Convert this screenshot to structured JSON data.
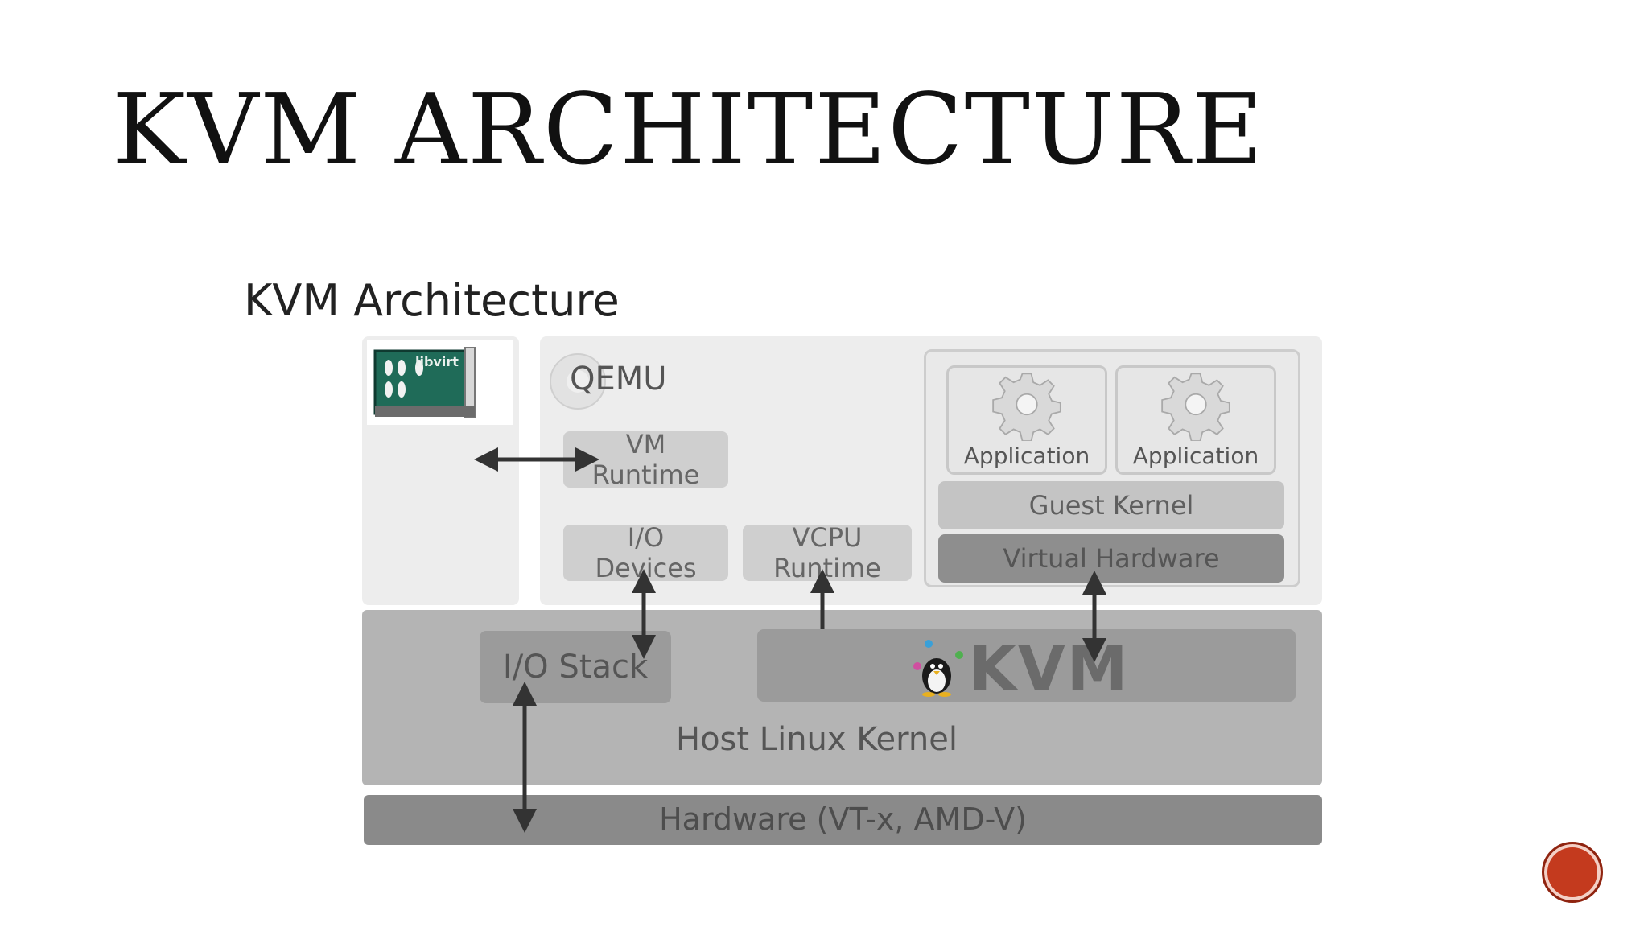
{
  "slide": {
    "title": "KVM ARCHITECTURE"
  },
  "diagram": {
    "heading": "KVM Architecture",
    "libvirt_logo_text": "libvirt",
    "qemu": {
      "label": "QEMU",
      "vm_runtime": "VM Runtime",
      "io_devices": "I/O Devices",
      "vcpu_runtime": "VCPU Runtime"
    },
    "guest": {
      "application_1": "Application",
      "application_2": "Application",
      "guest_kernel": "Guest Kernel",
      "virtual_hardware": "Virtual Hardware"
    },
    "host": {
      "io_stack": "I/O Stack",
      "kvm_logo_text": "KVM",
      "host_linux_kernel": "Host Linux Kernel"
    },
    "hardware": "Hardware (VT-x, AMD-V)"
  },
  "colors": {
    "nav_button": "#c43a1e"
  },
  "icons": {
    "nav_button": "red-circle-button"
  }
}
